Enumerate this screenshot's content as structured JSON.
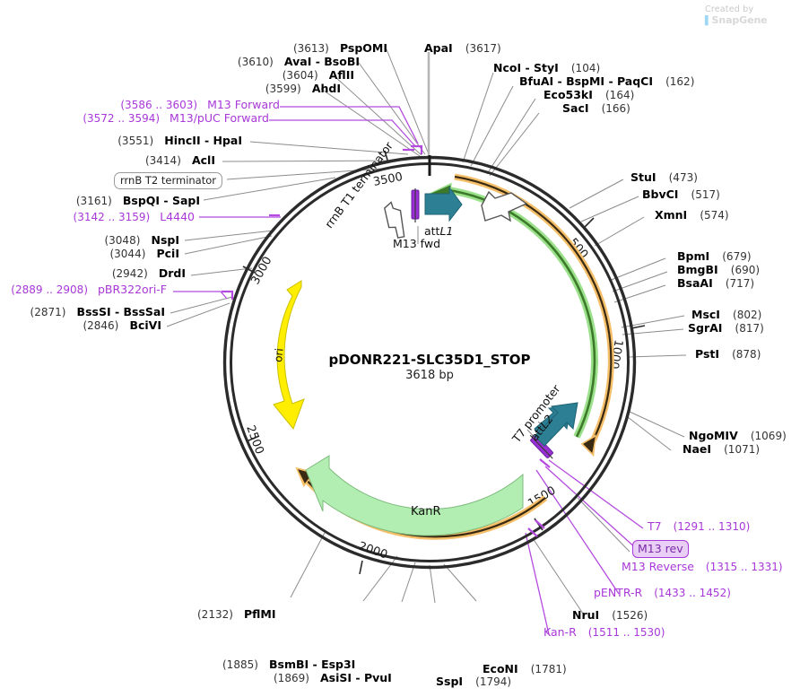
{
  "credit": {
    "prefix": "Created by",
    "brand": "SnapGene"
  },
  "plasmid": {
    "name": "pDONR221-SLC35D1_STOP",
    "size": "3618 bp",
    "length_bp": 3618,
    "tick_labels": [
      "500",
      "1000",
      "1500",
      "2000",
      "2500",
      "3000",
      "3500"
    ]
  },
  "colors": {
    "backbone": "#2b2b2b",
    "enzyme_text": "#000000",
    "position_text": "#333333",
    "primer": "#a838d8",
    "ori_arrow": "#ffee00",
    "kanr_arrow": "#b2eeb2",
    "att_arrow": "#2d7f93",
    "promoter": "#8a2be2",
    "green_arc": "#3f9b2f",
    "green_arc_halo": "#9be08a",
    "orange_arc": "#3a2a12",
    "orange_arc_halo": "#f5bf6a",
    "terminator_outline": "#555555",
    "leader_line": "#8c8c8c"
  },
  "map_features": [
    {
      "name": "rrnB T1 terminator",
      "kind": "terminator-label"
    },
    {
      "name": "M13 fwd",
      "kind": "primer-label"
    },
    {
      "name": "attL1",
      "kind": "recombination-site-label",
      "italic_part": "L1"
    },
    {
      "name": "attL2",
      "kind": "recombination-site-label",
      "italic_part": "L2"
    },
    {
      "name": "T7 promoter",
      "kind": "promoter-label"
    },
    {
      "name": "ori",
      "kind": "origin-arrow-label"
    },
    {
      "name": "KanR",
      "kind": "resistance-arrow-label"
    },
    {
      "name": "rrnB T2 terminator",
      "kind": "boxed-label"
    }
  ],
  "labels": {
    "top_left": [
      {
        "pos": "(3613)",
        "enz": "PspOMI",
        "type": "enzyme"
      },
      {
        "pos": "(3610)",
        "enz": "AvaI  -  BsoBI",
        "type": "enzyme"
      },
      {
        "pos": "(3604)",
        "enz": "AflII",
        "type": "enzyme"
      },
      {
        "pos": "(3599)",
        "enz": "AhdI",
        "type": "enzyme"
      },
      {
        "pos": "(3586 .. 3603)",
        "enz": "M13 Forward",
        "type": "primer"
      },
      {
        "pos": "(3572 .. 3594)",
        "enz": "M13/pUC Forward",
        "type": "primer"
      },
      {
        "pos": "(3551)",
        "enz": "HincII  -  HpaI",
        "type": "enzyme"
      },
      {
        "pos": "(3414)",
        "enz": "AclI",
        "type": "enzyme"
      }
    ],
    "left": [
      {
        "pos": "",
        "enz": "rrnB T2 terminator",
        "type": "boxed"
      },
      {
        "pos": "(3161)",
        "enz": "BspQI  -  SapI",
        "type": "enzyme"
      },
      {
        "pos": "(3142 .. 3159)",
        "enz": "L4440",
        "type": "primer"
      },
      {
        "pos": "(3048)",
        "enz": "NspI",
        "type": "enzyme"
      },
      {
        "pos": "(3044)",
        "enz": "PciI",
        "type": "enzyme"
      },
      {
        "pos": "(2942)",
        "enz": "DrdI",
        "type": "enzyme"
      },
      {
        "pos": "(2889 .. 2908)",
        "enz": "pBR322ori-F",
        "type": "primer"
      },
      {
        "pos": "(2871)",
        "enz": "BssSI  -  BssSaI",
        "type": "enzyme"
      },
      {
        "pos": "(2846)",
        "enz": "BciVI",
        "type": "enzyme"
      }
    ],
    "top_center": [
      {
        "enz": "ApaI",
        "pos": "(3617)",
        "type": "enzyme"
      }
    ],
    "top_right": [
      {
        "enz": "NcoI  -  StyI",
        "pos": "(104)",
        "type": "enzyme"
      },
      {
        "enz": "BfuAI  -  BspMI  -  PaqCI",
        "pos": "(162)",
        "type": "enzyme"
      },
      {
        "enz": "Eco53kI",
        "pos": "(164)",
        "type": "enzyme"
      },
      {
        "enz": "SacI",
        "pos": "(166)",
        "type": "enzyme"
      }
    ],
    "right": [
      {
        "enz": "StuI",
        "pos": "(473)",
        "type": "enzyme"
      },
      {
        "enz": "BbvCI",
        "pos": "(517)",
        "type": "enzyme"
      },
      {
        "enz": "XmnI",
        "pos": "(574)",
        "type": "enzyme"
      },
      {
        "enz": "BpmI",
        "pos": "(679)",
        "type": "enzyme"
      },
      {
        "enz": "BmgBI",
        "pos": "(690)",
        "type": "enzyme"
      },
      {
        "enz": "BsaAI",
        "pos": "(717)",
        "type": "enzyme"
      },
      {
        "enz": "MscI",
        "pos": "(802)",
        "type": "enzyme"
      },
      {
        "enz": "SgrAI",
        "pos": "(817)",
        "type": "enzyme"
      },
      {
        "enz": "PstI",
        "pos": "(878)",
        "type": "enzyme"
      },
      {
        "enz": "NgoMIV",
        "pos": "(1069)",
        "type": "enzyme"
      },
      {
        "enz": "NaeI",
        "pos": "(1071)",
        "type": "enzyme"
      }
    ],
    "bottom_right": [
      {
        "enz": "T7",
        "pos": "(1291 .. 1310)",
        "type": "primer"
      },
      {
        "enz": "M13 rev",
        "pos": "",
        "type": "tagbox"
      },
      {
        "enz": "M13 Reverse",
        "pos": "(1315 .. 1331)",
        "type": "primer"
      },
      {
        "enz": "pENTR-R",
        "pos": "(1433 .. 1452)",
        "type": "primer"
      },
      {
        "enz": "NruI",
        "pos": "(1526)",
        "type": "enzyme"
      },
      {
        "enz": "Kan-R",
        "pos": "(1511 .. 1530)",
        "type": "primer"
      }
    ],
    "bottom": [
      {
        "pos": "(2132)",
        "enz": "PflMI",
        "type": "enzyme"
      },
      {
        "pos": "(1885)",
        "enz": "BsmBI  -  Esp3I",
        "type": "enzyme"
      },
      {
        "pos": "(1869)",
        "enz": "AsiSI  -  PvuI",
        "type": "enzyme"
      },
      {
        "enz": "SspI",
        "pos": "(1794)",
        "type": "enzyme"
      },
      {
        "enz": "EcoNI",
        "pos": "(1781)",
        "type": "enzyme"
      }
    ]
  }
}
